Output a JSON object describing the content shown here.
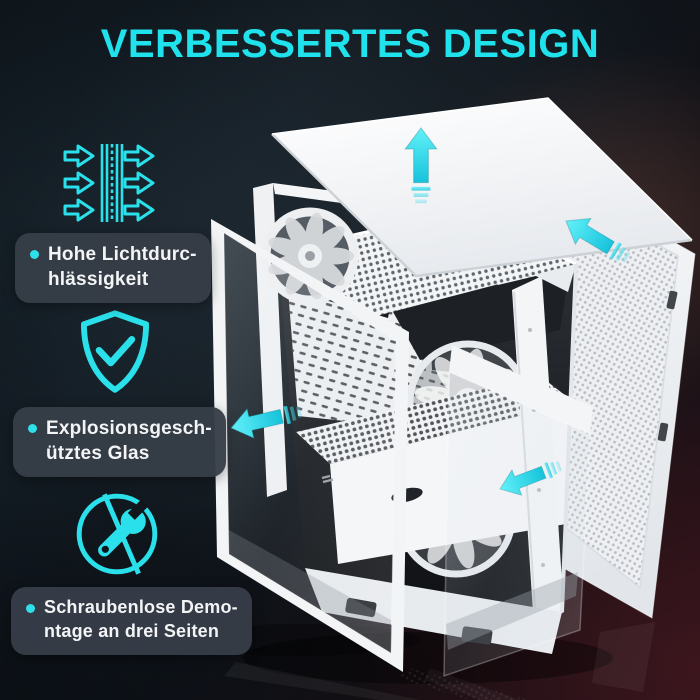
{
  "header": {
    "title": "VERBESSERTES DESIGN"
  },
  "features": [
    {
      "icon": "airflow-through-mesh-icon",
      "lines": [
        "Hohe Lichtdurc-",
        "hlässigkeit"
      ]
    },
    {
      "icon": "shield-check-icon",
      "lines": [
        "Explosionsgesch-",
        "ütztes Glas"
      ]
    },
    {
      "icon": "no-tools-icon",
      "lines": [
        "Schraubenlose Demo-",
        "ntage an drei Seiten"
      ]
    }
  ],
  "diagram": {
    "subject": "Weißes PC-Gehäuse in Explosionsdarstellung",
    "panels": [
      {
        "name": "top-panel",
        "removal_direction": "up"
      },
      {
        "name": "right-mesh-panel",
        "removal_direction": "up-left"
      },
      {
        "name": "left-glass-panel",
        "removal_direction": "left"
      },
      {
        "name": "front-glass-panel",
        "removal_direction": "left"
      }
    ],
    "arrow_directions": [
      "up",
      "up-left",
      "left",
      "left"
    ]
  },
  "colors": {
    "accent_cyan": "#1FE2EC",
    "arrow_cyan": "#2BD9E9",
    "badge_background": "#363D48",
    "badge_text": "#F2F4F6",
    "case_white": "#F2F4F6",
    "background_dark_teal": "#121A21",
    "background_maroon": "#221018"
  }
}
